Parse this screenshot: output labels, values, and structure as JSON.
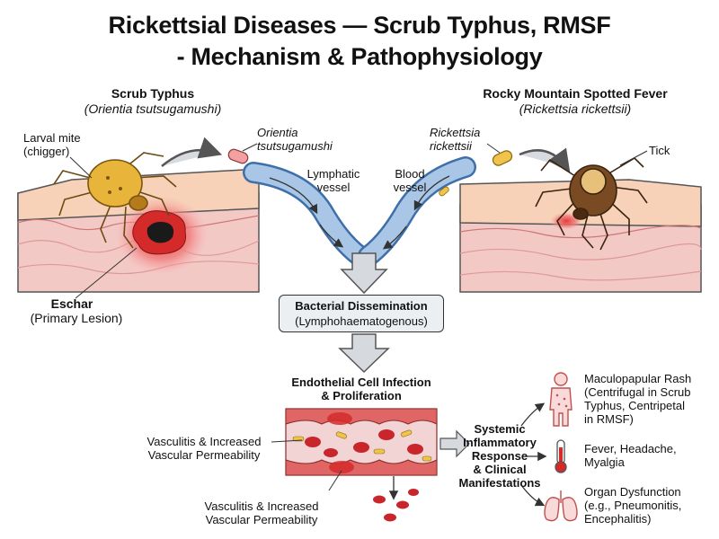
{
  "title_line1": "Rickettsial Diseases — Scrub Typhus, RMSF",
  "title_line2": "- Mechanism & Pathophysiology",
  "left": {
    "heading": "Scrub Typhus",
    "organism_paren": "(Orientia tsutsugamushi)",
    "vector_line1": "Larval mite",
    "vector_line2": "(chigger)",
    "bacterium_line1": "Orientia",
    "bacterium_line2": "tsutsugamushi",
    "vessel_line1": "Lymphatic",
    "vessel_line2": "vessel",
    "lesion_title": "Eschar",
    "lesion_sub": "(Primary Lesion)"
  },
  "right": {
    "heading": "Rocky Mountain Spotted Fever",
    "organism_paren": "(Rickettsia rickettsii)",
    "bacterium_line1": "Rickettsia",
    "bacterium_line2": "rickettsii",
    "vessel_line1": "Blood",
    "vessel_line2": "vessel",
    "vector": "Tick"
  },
  "dissemination": {
    "line1": "Bacterial Dissemination",
    "line2": "(Lymphohaematogenous)"
  },
  "endothelial": {
    "line1": "Endothelial Cell Infection",
    "line2": "& Proliferation"
  },
  "vasculitis_upper": {
    "line1": "Vasculitis & Increased",
    "line2": "Vascular Permeability"
  },
  "vasculitis_lower": {
    "line1": "Vasculitis & Increased",
    "line2": "Vascular Permeability"
  },
  "systemic": {
    "line1": "Systemic",
    "line2": "Inflammatory",
    "line3": "Response",
    "line4": "& Clinical",
    "line5": "Manifestations"
  },
  "manifestations": {
    "rash_line1": "Maculopapular Rash",
    "rash_line2": "(Centrifugal in Scrub",
    "rash_line3": "Typhus, Centripetal",
    "rash_line4": "in RMSF)",
    "fever_line1": "Fever, Headache,",
    "fever_line2": "Myalgia",
    "organ_line1": "Organ Dysfunction",
    "organ_line2": "(e.g., Pneumonitis,",
    "organ_line3": "Encephalitis)"
  },
  "colors": {
    "skin_top": "#f7d2b8",
    "skin_lower": "#f3c6c4",
    "vessel": "#8fb3d9",
    "eschar": "#d42a2a",
    "mite": "#e9b43a",
    "tick": "#7a4a22",
    "bacterium": "#f0c44c",
    "rbc": "#c8262b",
    "arrow": "#c9ced3"
  },
  "icons": [
    "mite-icon",
    "tick-icon",
    "human-body-rash-icon",
    "thermometer-icon",
    "lungs-icon"
  ]
}
